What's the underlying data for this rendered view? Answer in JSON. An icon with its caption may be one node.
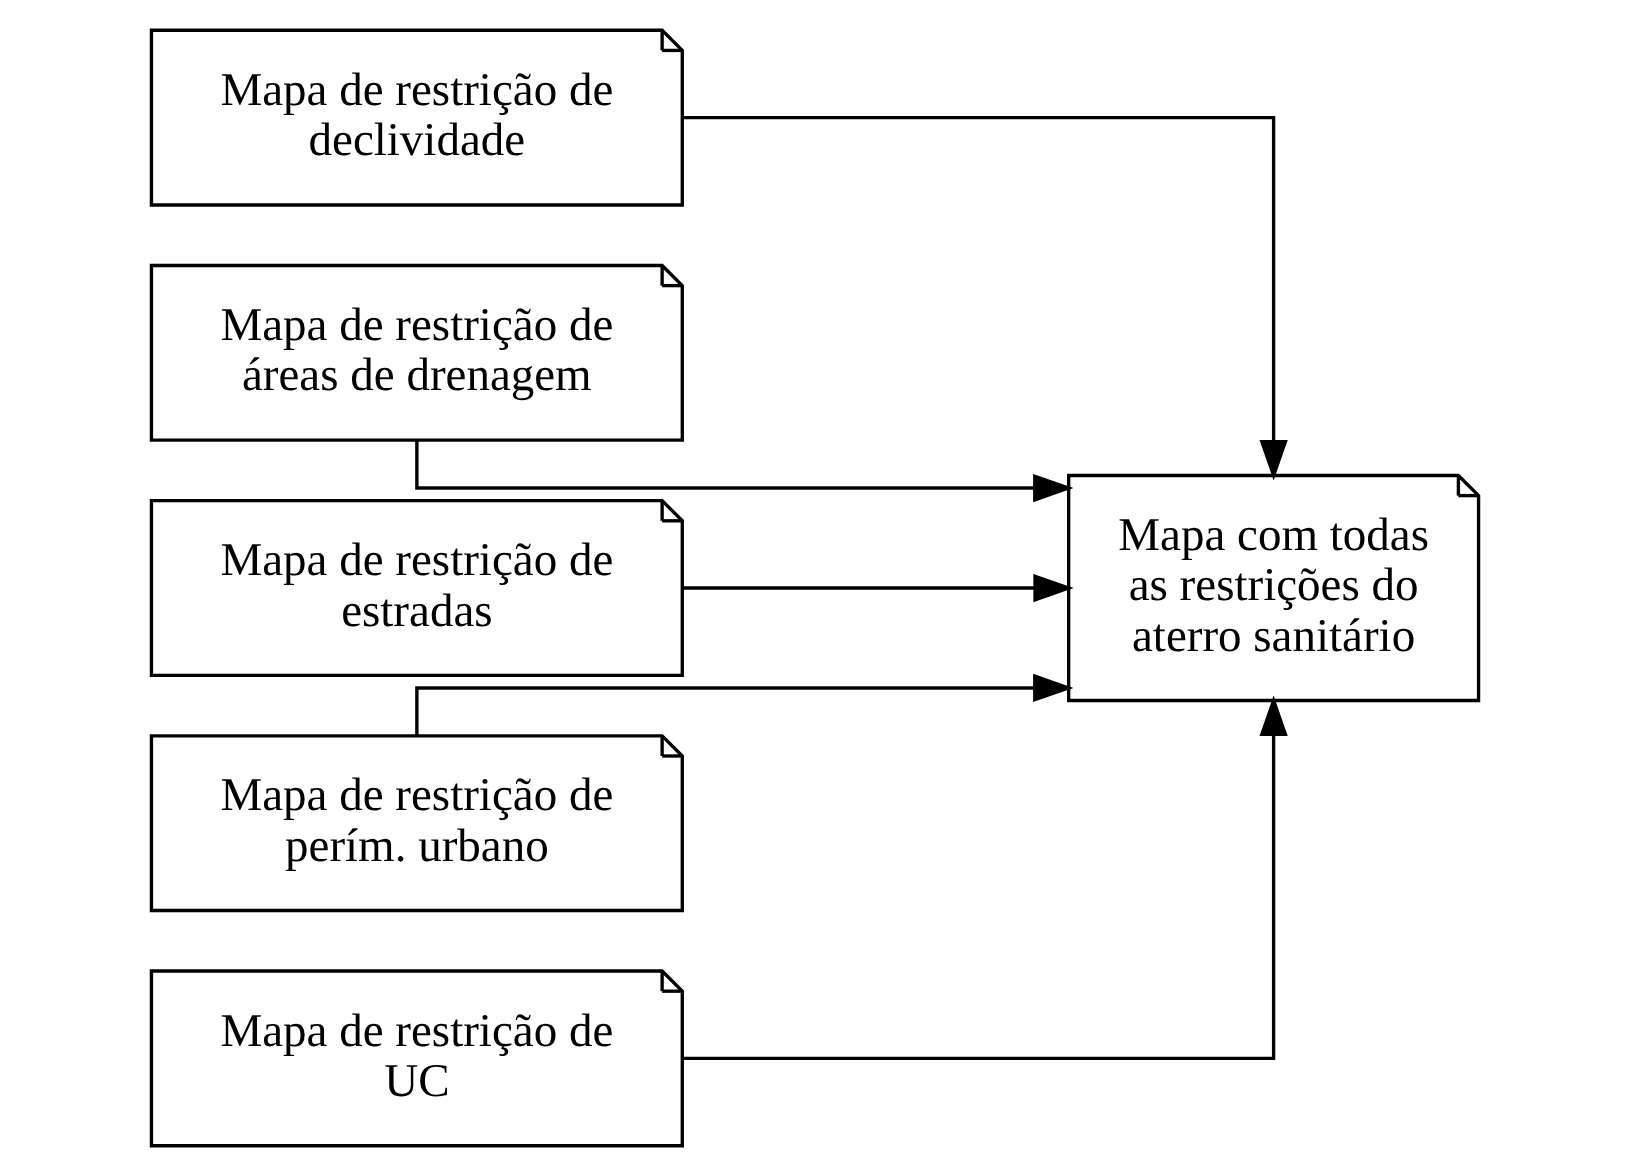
{
  "diagram": {
    "nodes": [
      {
        "text": [
          "Mapa de restrição de declividade"
        ]
      },
      {
        "text": [
          "Mapa de restrição de áreas de drenagem"
        ]
      },
      {
        "text": [
          "Mapa de restrição de estradas"
        ]
      },
      {
        "text": [
          "Mapa de restrição de perím. urbano"
        ]
      },
      {
        "text": [
          "Mapa de restrição de UC"
        ]
      },
      {
        "text": [
          "Mapa com todas as restrições do aterro sanitário"
        ]
      }
    ],
    "edges": [
      {
        "from": 0,
        "to": 5,
        "arrow": "to"
      },
      {
        "from": 1,
        "to": 5,
        "arrow": "to"
      },
      {
        "from": 2,
        "to": 5,
        "arrow": "to"
      },
      {
        "from": 3,
        "to": 5,
        "arrow": "to"
      },
      {
        "from": 4,
        "to": 5,
        "arrow": "to"
      }
    ]
  }
}
